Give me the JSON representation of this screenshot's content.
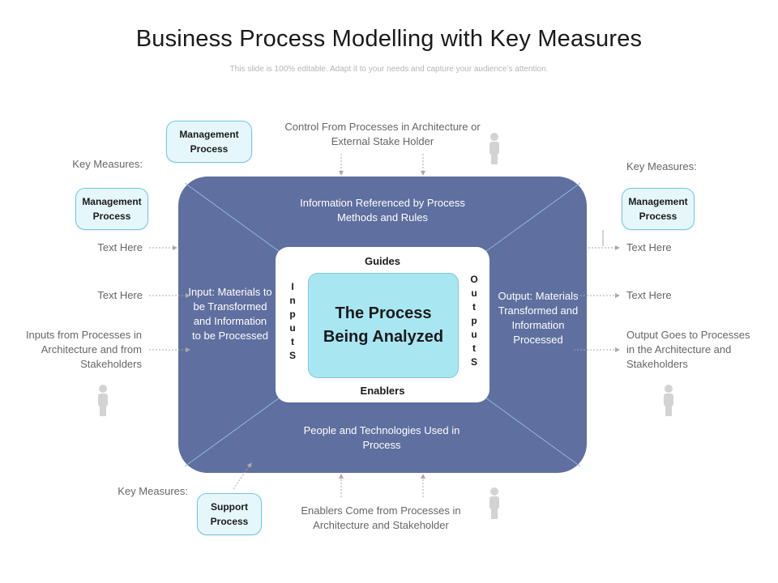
{
  "header": {
    "title": "Business Process Modelling with Key Measures",
    "subtitle": "This slide is 100% editable. Adapt it to your needs and capture your audience’s attention."
  },
  "core": {
    "line1": "The Process",
    "line2": "Being Analyzed",
    "guides": "Guides",
    "enablers": "Enablers",
    "inputs_letters": [
      "I",
      "n",
      "p",
      "u",
      "t",
      "S"
    ],
    "outputs_letters": [
      "O",
      "u",
      "t",
      "p",
      "u",
      "t",
      "S"
    ]
  },
  "inside": {
    "top": "Information Referenced by Process Methods and Rules",
    "left": "Input: Materials to be Transformed and Information to be Processed",
    "right": "Output: Materials Transformed and Information Processed",
    "bottom": "People and Technologies Used in Process"
  },
  "top_left_box": {
    "line1": "Management",
    "line2": "Process"
  },
  "top_text": "Control From Processes in Architecture or External Stake Holder",
  "left": {
    "key_measures": "Key Measures:",
    "box": {
      "line1": "Management",
      "line2": "Process"
    },
    "text1": "Text Here",
    "text2": "Text Here",
    "inputs": "Inputs from Processes in Architecture and from Stakeholders"
  },
  "right": {
    "key_measures": "Key Measures:",
    "box": {
      "line1": "Management",
      "line2": "Process"
    },
    "text1": "Text Here",
    "text2": "Text Here",
    "outputs": "Output Goes to Processes in the Architecture and Stakeholders"
  },
  "bottom": {
    "key_measures": "Key Measures:",
    "box": {
      "line1": "Support",
      "line2": "Process"
    },
    "text": "Enablers Come from Processes in Architecture and Stakeholder"
  },
  "colors": {
    "big_box": "#5f6f9f",
    "core_fill": "#a8e6f2",
    "process_box_fill": "#e6f7fb",
    "process_box_border": "#6fc8de",
    "person_icon": "#d3d3d3"
  }
}
